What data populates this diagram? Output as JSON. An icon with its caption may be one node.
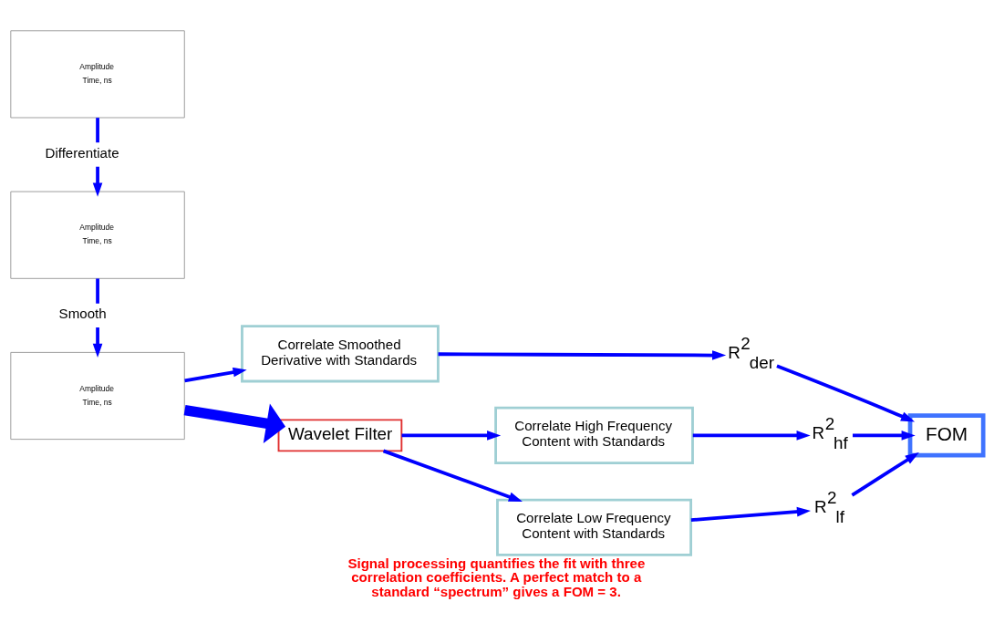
{
  "diagram": {
    "caption": "Signal processing quantifies the fit with three correlation coefficients. A perfect match to a standard “spectrum” gives a FOM = 3.",
    "nodes": [
      {
        "text": [
          "Amplitude",
          "Time, ns"
        ]
      },
      {
        "text": [
          "Amplitude",
          "Time, ns"
        ]
      },
      {
        "text": [
          "Amplitude",
          "Time, ns"
        ]
      },
      {
        "text": [
          "Correlate Smoothed Derivative with Standards"
        ]
      },
      {
        "text": [
          "Correlate High Frequency Content with Standards"
        ]
      },
      {
        "text": [
          "Correlate Low Frequency Content with Standards"
        ]
      },
      {
        "text": [
          "Wavelet Filter"
        ]
      },
      {
        "text": [
          "R$^{2}$$_{der}$"
        ]
      },
      {
        "text": [
          "R$^{2}$$_{hf}$"
        ]
      },
      {
        "text": [
          "R$^{2}$$_{lf}$"
        ]
      },
      {
        "text": [
          "FOM"
        ]
      }
    ],
    "edges": [
      {
        "from": 2,
        "to": 1,
        "arrow": "to",
        "label": "Differentiate"
      },
      {
        "from": 1,
        "to": 0,
        "arrow": "to",
        "label": "Smooth"
      },
      {
        "from": 0,
        "to": 3,
        "arrow": "to"
      },
      {
        "from": 0,
        "to": 6,
        "arrow": "to",
        "style": "thick"
      },
      {
        "from": 6,
        "to": 4,
        "arrow": "to"
      },
      {
        "from": 6,
        "to": 5,
        "arrow": "to"
      },
      {
        "from": 3,
        "to": 7,
        "arrow": "to"
      },
      {
        "from": 4,
        "to": 8,
        "arrow": "to"
      },
      {
        "from": 5,
        "to": 9,
        "arrow": "to"
      },
      {
        "from": 7,
        "to": 10,
        "arrow": "to"
      },
      {
        "from": 8,
        "to": 10,
        "arrow": "to"
      },
      {
        "from": 9,
        "to": 10,
        "arrow": "to"
      }
    ]
  }
}
